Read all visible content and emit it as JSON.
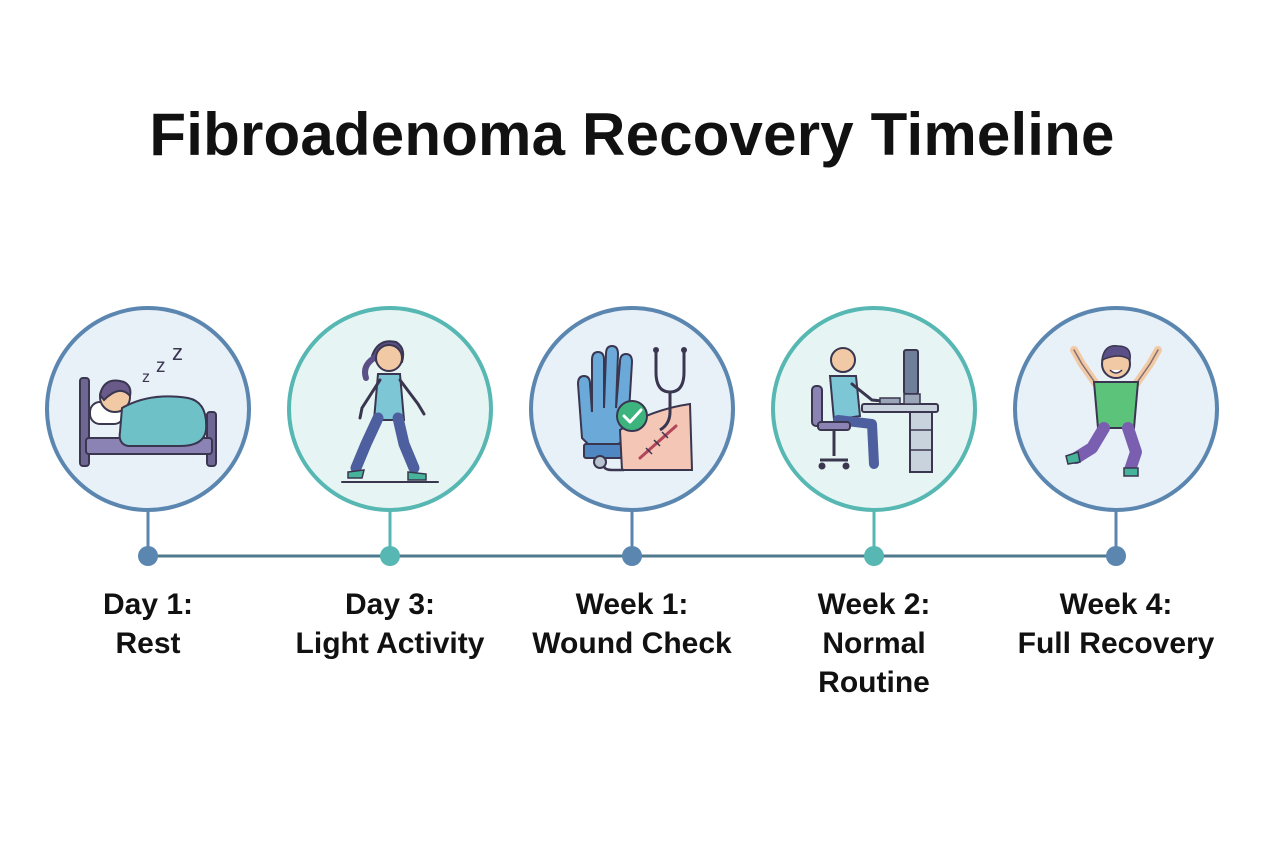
{
  "title": "Fibroadenoma Recovery Timeline",
  "colors": {
    "blue_ring": "#5b86b0",
    "teal_ring": "#57b7b2",
    "blue_fill": "#e8f0f8",
    "teal_fill": "#e6f5f3",
    "line": "#4f7a8e",
    "text": "#111111"
  },
  "steps": [
    {
      "time": "Day 1:",
      "label_lines": [
        "Rest"
      ],
      "icon": "sleeping-in-bed-icon",
      "accent": "blue"
    },
    {
      "time": "Day 3:",
      "label_lines": [
        "Light Activity"
      ],
      "icon": "walking-person-icon",
      "accent": "teal"
    },
    {
      "time": "Week 1:",
      "label_lines": [
        "Wound Check"
      ],
      "icon": "wound-check-icon",
      "accent": "blue"
    },
    {
      "time": "Week 2:",
      "label_lines": [
        "Normal",
        "Routine"
      ],
      "icon": "desk-work-icon",
      "accent": "teal"
    },
    {
      "time": "Week 4:",
      "label_lines": [
        "Full Recovery"
      ],
      "icon": "celebrating-person-icon",
      "accent": "blue"
    }
  ]
}
